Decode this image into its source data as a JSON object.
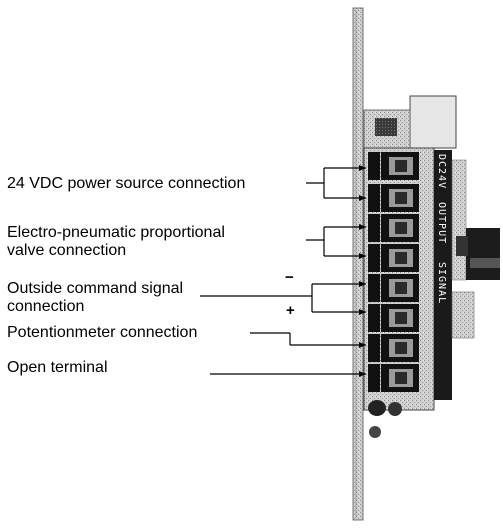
{
  "labels": {
    "power": "24 VDC power source connection",
    "valve_line1": "Electro-pneumatic proportional",
    "valve_line2": "valve connection",
    "command_line1": "Outside command signal",
    "command_line2": "connection",
    "pot": "Potentionmeter connection",
    "open": "Open terminal"
  },
  "signs": {
    "minus": "−",
    "plus": "+"
  },
  "board_markings": {
    "power": "DC24V",
    "output": "OUTPUT",
    "signal": "SIGNAL"
  },
  "colors": {
    "line": "#000000",
    "board": "#d8d8d8",
    "terminal_dark": "#111111",
    "terminal_face": "#9a9a9a"
  }
}
